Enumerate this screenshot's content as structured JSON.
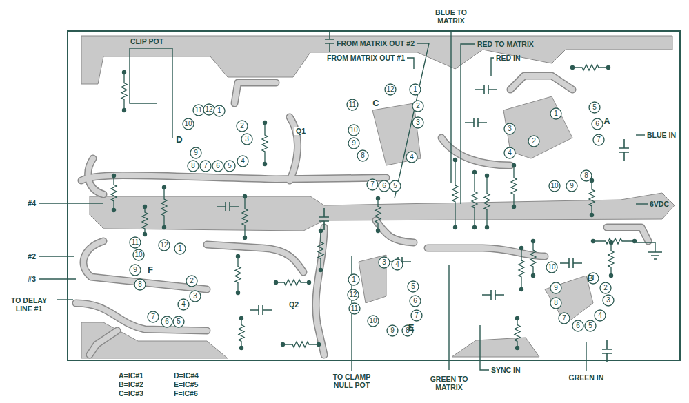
{
  "diagram": {
    "labels": [
      "CLIP POT",
      "FROM MATRIX OUT #2",
      "FROM MATRIX OUT #1",
      "BLUE TO MATRIX",
      "RED TO MATRIX",
      "RED IN",
      "BLUE IN",
      "6VDC",
      "#4",
      "#2",
      "#3",
      "TO DELAY LINE #1",
      "A=IC#1",
      "B=IC#2",
      "C=IC#3",
      "D=IC#4",
      "E=IC#5",
      "F=IC#6",
      "TO CLAMP NULL POT",
      "GREEN TO MATRIX",
      "SYNC IN",
      "GREEN IN",
      "Q1",
      "Q2",
      "A",
      "B",
      "C",
      "D",
      "E",
      "F",
      "1",
      "2",
      "3",
      "4",
      "5",
      "6",
      "7",
      "8",
      "9",
      "10",
      "1",
      "2",
      "3",
      "4",
      "5",
      "6",
      "7",
      "8",
      "9",
      "10",
      "12",
      "1",
      "2",
      "3",
      "11",
      "10",
      "9",
      "8",
      "7",
      "6",
      "5",
      "4",
      "10",
      "11",
      "12",
      "1",
      "2",
      "3",
      "4",
      "5",
      "6",
      "7",
      "8",
      "9",
      "1",
      "12",
      "11",
      "10",
      "9",
      "8",
      "7",
      "6",
      "5",
      "4",
      "3",
      "11",
      "10",
      "12",
      "1",
      "2",
      "3",
      "4",
      "5",
      "6",
      "7",
      "8",
      "9"
    ]
  }
}
